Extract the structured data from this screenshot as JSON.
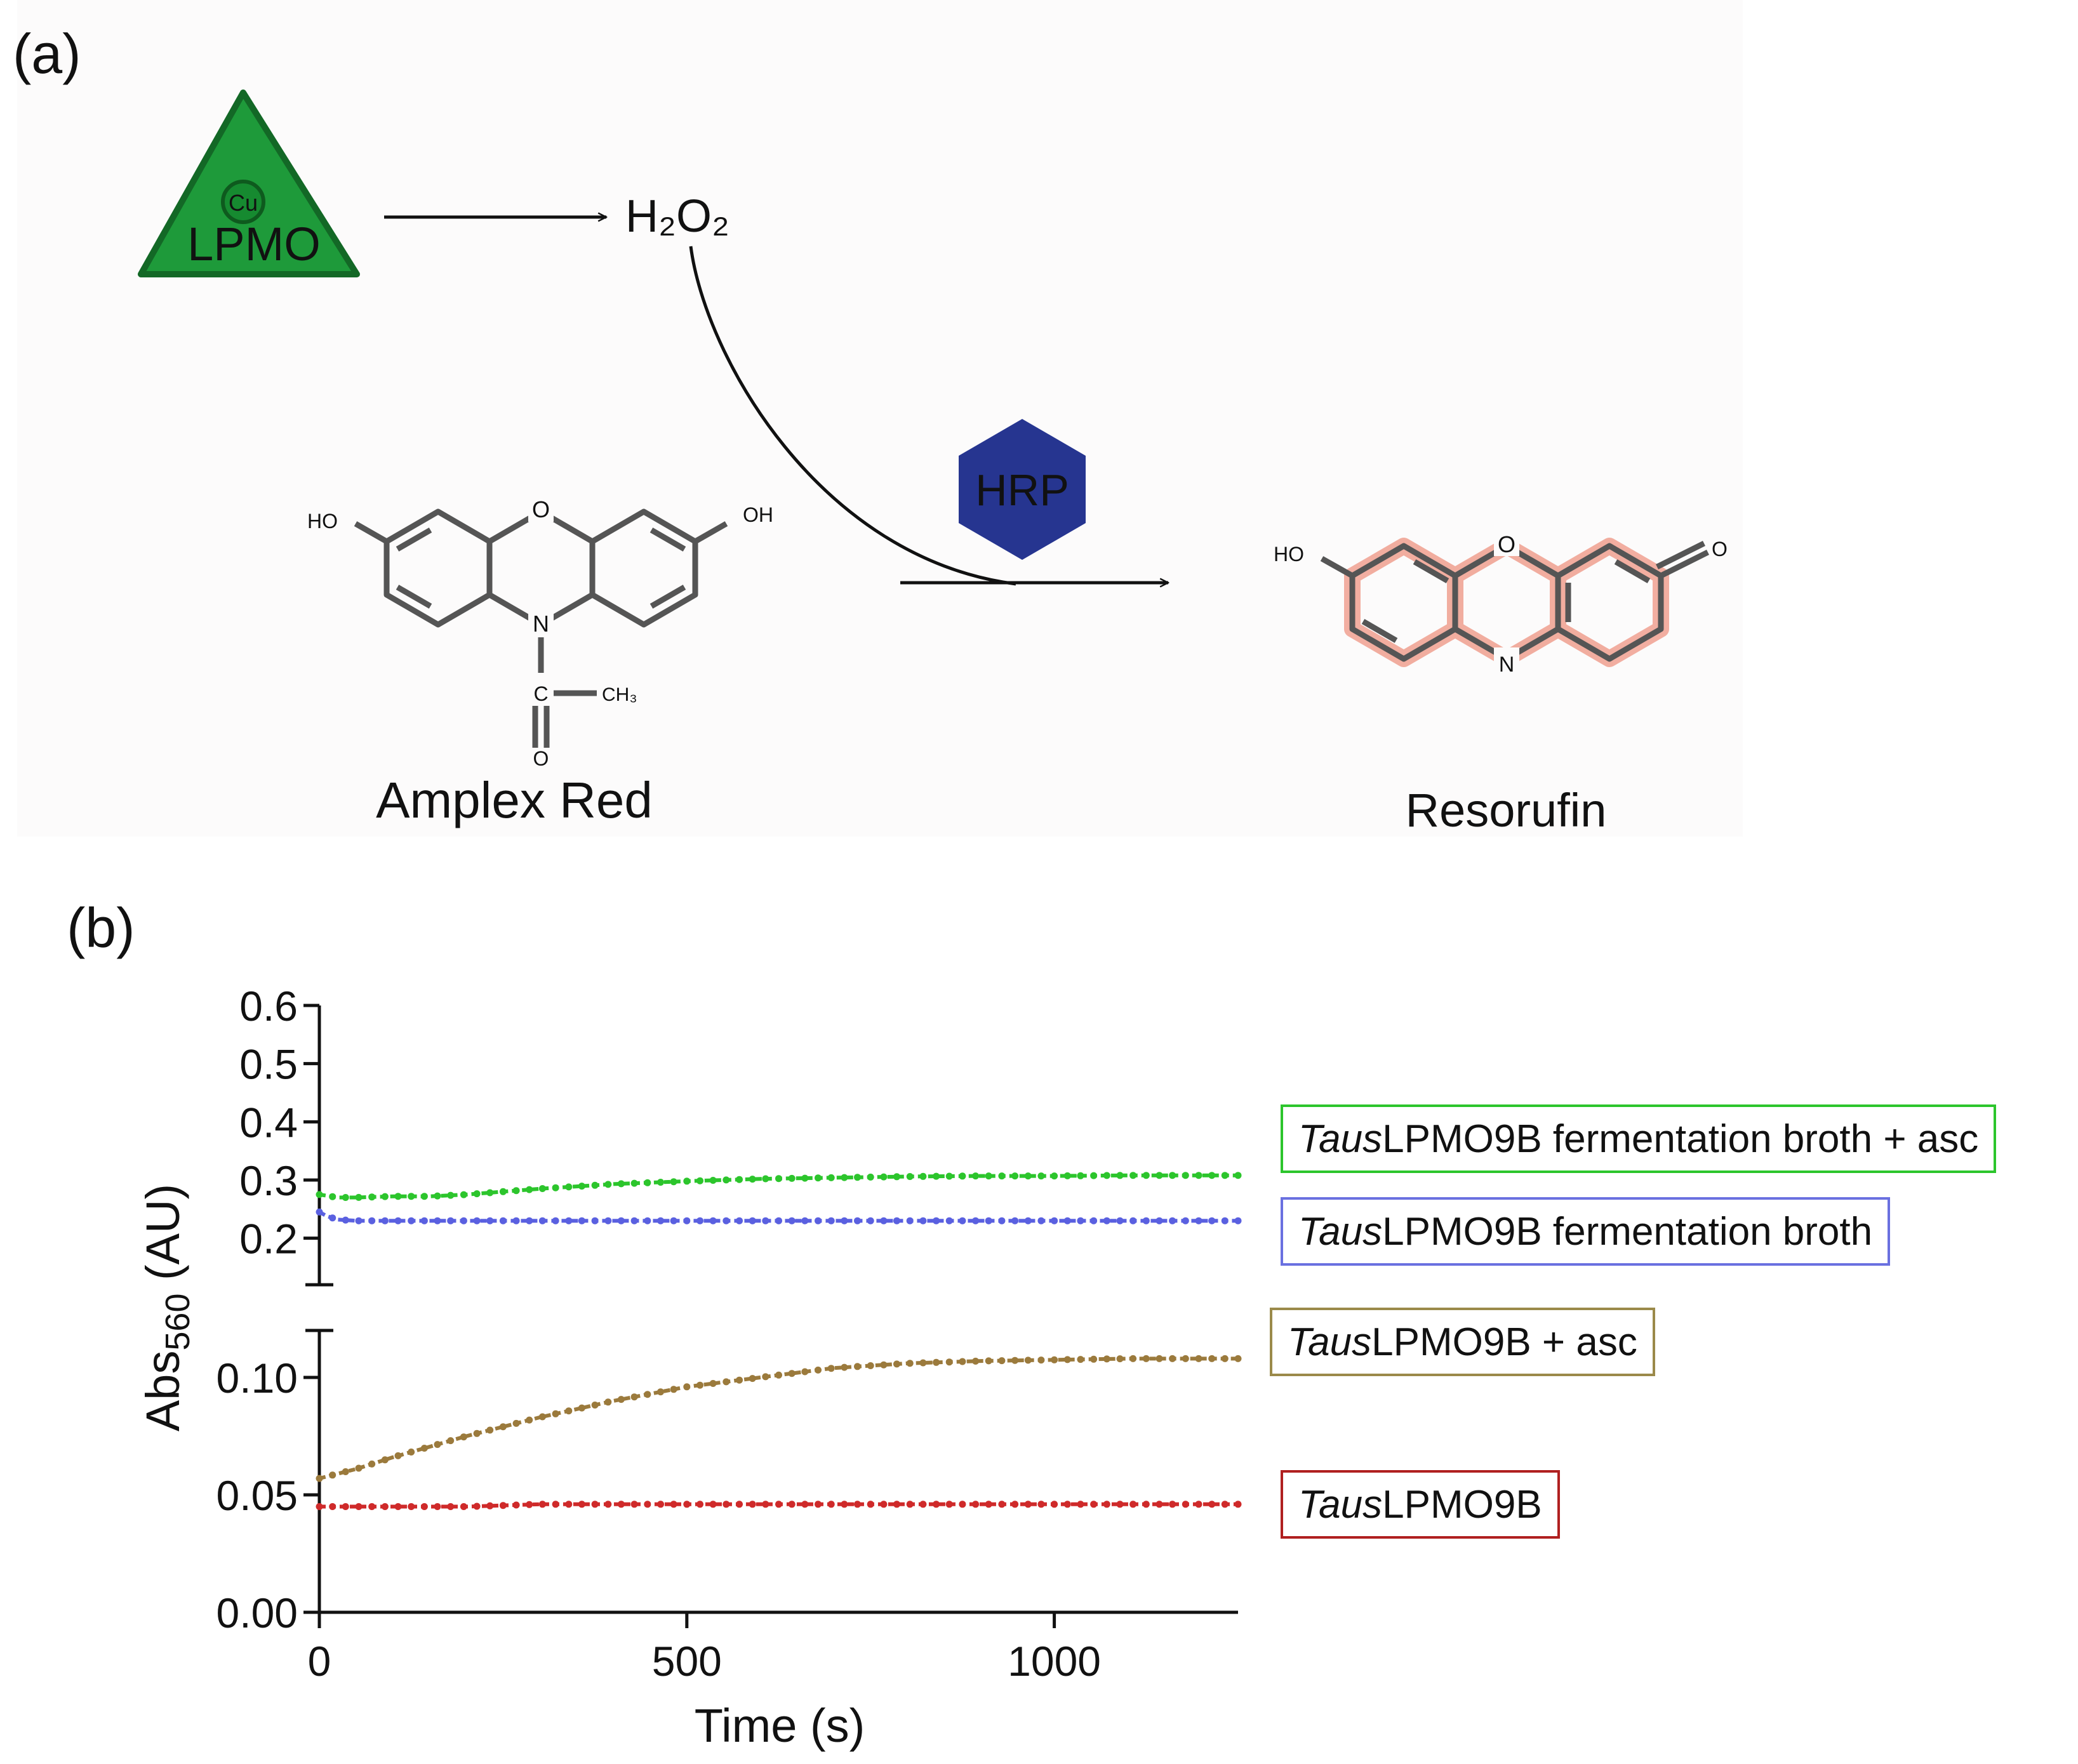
{
  "panel_a": {
    "label": "(a)",
    "enzyme": {
      "metal": "Cu",
      "name": "LPMO",
      "color": "#1e9a3a"
    },
    "product_h2o2": "H₂O₂",
    "catalyst": {
      "name": "HRP",
      "color": "#263590"
    },
    "substrate": {
      "name": "Amplex Red",
      "atoms": {
        "ho": "HO",
        "oh": "OH",
        "o_ring": "O",
        "n": "N",
        "c": "C",
        "ch3": "CH₃",
        "o_carbonyl": "O"
      }
    },
    "product": {
      "name": "Resorufin",
      "atoms": {
        "ho": "HO",
        "o_ring": "O",
        "n": "N",
        "o_keto": "O"
      },
      "highlight_color": "#f0a090"
    }
  },
  "panel_b": {
    "label": "(b)"
  },
  "chart_data": {
    "type": "line",
    "xlabel": "Time (s)",
    "ylabel_main": "Abs",
    "ylabel_sub": "560",
    "ylabel_unit": " (AU)",
    "x_ticks": [
      "0",
      "500",
      "1000"
    ],
    "xlim": [
      0,
      1250
    ],
    "upper_axis": {
      "ylim": [
        0.12,
        0.6
      ],
      "ticks": [
        "0.6",
        "0.5",
        "0.4",
        "0.3",
        "0.2"
      ]
    },
    "lower_axis": {
      "ylim": [
        0.0,
        0.12
      ],
      "ticks": [
        "0.10",
        "0.05",
        "0.00"
      ]
    },
    "series": [
      {
        "name_italic": "Taus",
        "name_rest": "LPMO9B fermentation broth + asc",
        "color": "#2cc52c",
        "axis": "upper",
        "x": [
          0,
          25,
          50,
          100,
          150,
          200,
          250,
          300,
          400,
          500,
          600,
          700,
          800,
          900,
          1000,
          1100,
          1200,
          1250
        ],
        "y": [
          0.275,
          0.27,
          0.27,
          0.272,
          0.272,
          0.275,
          0.28,
          0.285,
          0.293,
          0.298,
          0.302,
          0.304,
          0.306,
          0.307,
          0.307,
          0.308,
          0.308,
          0.308
        ]
      },
      {
        "name_italic": "Taus",
        "name_rest": "LPMO9B fermentation broth",
        "color": "#5a60e0",
        "axis": "upper",
        "x": [
          0,
          10,
          25,
          50,
          100,
          200,
          300,
          500,
          700,
          900,
          1100,
          1250
        ],
        "y": [
          0.245,
          0.238,
          0.232,
          0.23,
          0.23,
          0.23,
          0.23,
          0.23,
          0.23,
          0.23,
          0.23,
          0.23
        ]
      },
      {
        "name_italic": "Taus",
        "name_rest": "LPMO9B + asc",
        "color": "#9b7a3c",
        "axis": "lower",
        "x": [
          0,
          50,
          100,
          200,
          300,
          400,
          500,
          600,
          700,
          800,
          900,
          1000,
          1100,
          1250
        ],
        "y": [
          0.057,
          0.061,
          0.066,
          0.075,
          0.083,
          0.09,
          0.096,
          0.1,
          0.104,
          0.106,
          0.107,
          0.1075,
          0.108,
          0.108
        ]
      },
      {
        "name_italic": "Taus",
        "name_rest": "LPMO9B",
        "color": "#cf2a2a",
        "axis": "lower",
        "x": [
          0,
          100,
          200,
          300,
          400,
          500,
          600,
          700,
          800,
          900,
          1000,
          1100,
          1250
        ],
        "y": [
          0.045,
          0.045,
          0.045,
          0.046,
          0.046,
          0.046,
          0.046,
          0.046,
          0.046,
          0.046,
          0.046,
          0.046,
          0.046
        ]
      }
    ]
  }
}
